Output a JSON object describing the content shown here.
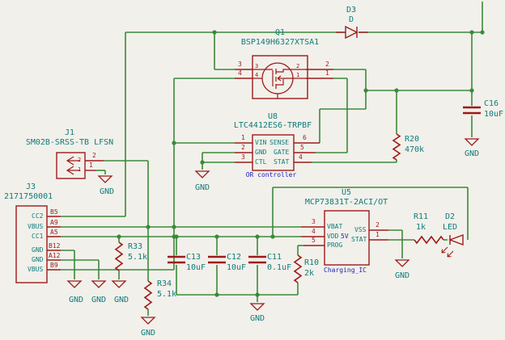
{
  "schematic": {
    "power_net": "GND",
    "nets": {
      "v5": "5V"
    },
    "colors": {
      "wire_green": "#3a8a3a",
      "symbol_red": "#9c1b1b",
      "text_teal": "#0e7c7c",
      "note_blue": "#2121bd",
      "background": "#f2f0ea"
    },
    "components": {
      "Q1": {
        "ref": "Q1",
        "value": "BSP149H6327XTSA1",
        "pins": [
          "3",
          "4",
          "2",
          "1"
        ]
      },
      "D3": {
        "ref": "D3",
        "value": "D"
      },
      "U8": {
        "ref": "U8",
        "value": "LTC4412ES6-TRPBF",
        "note": "OR controller",
        "pins": [
          {
            "num": "1",
            "name": "VIN"
          },
          {
            "num": "2",
            "name": "GND"
          },
          {
            "num": "3",
            "name": "CTL"
          },
          {
            "num": "6",
            "name": "SENSE"
          },
          {
            "num": "5",
            "name": "GATE"
          },
          {
            "num": "4",
            "name": "STAT"
          }
        ]
      },
      "J1": {
        "ref": "J1",
        "value": "SM02B-SRSS-TB LFSN",
        "pins": [
          "2",
          "1"
        ]
      },
      "J3": {
        "ref": "J3",
        "value": "2171750001",
        "pins": [
          {
            "num": "B5",
            "name": "CC2"
          },
          {
            "num": "A9",
            "name": "VBUS"
          },
          {
            "num": "A5",
            "name": "CC1"
          },
          {
            "num": "B12",
            "name": "GND"
          },
          {
            "num": "A12",
            "name": "GND"
          },
          {
            "num": "B9",
            "name": "VBUS"
          }
        ]
      },
      "U5": {
        "ref": "U5",
        "value": "MCP73831T-2ACI/OT",
        "note": "Charging_IC",
        "pins": [
          {
            "num": "3",
            "name": "VBAT"
          },
          {
            "num": "4",
            "name": "VDD"
          },
          {
            "num": "5",
            "name": "PROG"
          },
          {
            "num": "2",
            "name": "VSS"
          },
          {
            "num": "1",
            "name": "STAT"
          }
        ]
      },
      "R10": {
        "ref": "R10",
        "value": "2k"
      },
      "R11": {
        "ref": "R11",
        "value": "1k"
      },
      "R20": {
        "ref": "R20",
        "value": "470k"
      },
      "R33": {
        "ref": "R33",
        "value": "5.1k"
      },
      "R34": {
        "ref": "R34",
        "value": "5.1k"
      },
      "C11": {
        "ref": "C11",
        "value": "0.1uF"
      },
      "C12": {
        "ref": "C12",
        "value": "10uF"
      },
      "C13": {
        "ref": "C13",
        "value": "10uF"
      },
      "C16": {
        "ref": "C16",
        "value": "10uF"
      },
      "D2": {
        "ref": "D2",
        "value": "LED"
      }
    }
  }
}
